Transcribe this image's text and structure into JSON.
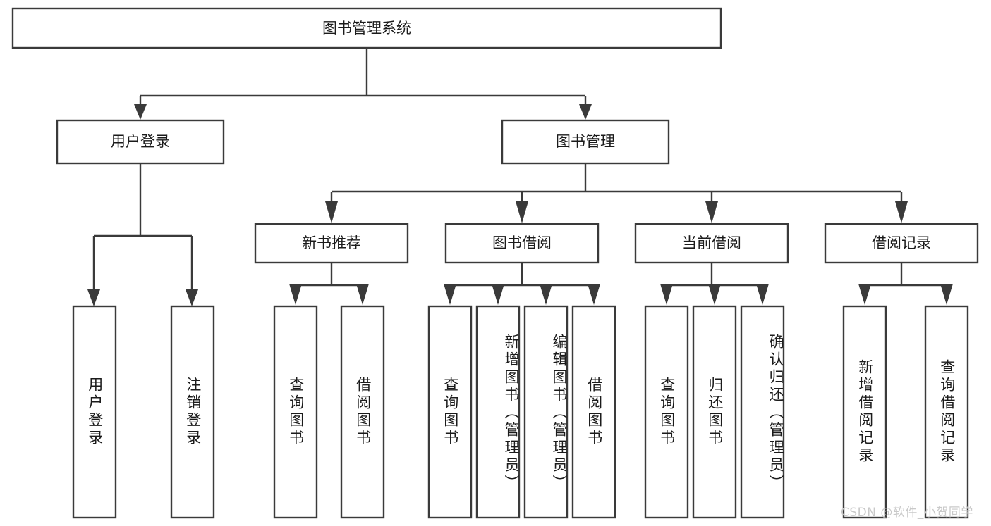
{
  "diagram": {
    "title": "图书管理系统",
    "type": "tree-hierarchy-diagram",
    "colors": {
      "box_stroke": "#3a3a3a",
      "box_fill": "#ffffff",
      "text": "#1b1b1b",
      "background": "#ffffff",
      "watermark": "#c9c9c9"
    },
    "root": {
      "label": "图书管理系统"
    },
    "level2": [
      {
        "label": "用户登录"
      },
      {
        "label": "图书管理"
      }
    ],
    "level3": [
      {
        "label": "新书推荐"
      },
      {
        "label": "图书借阅"
      },
      {
        "label": "当前借阅"
      },
      {
        "label": "借阅记录"
      }
    ],
    "leaves": {
      "user_login": [
        {
          "label": "用户登录"
        },
        {
          "label": "注销登录"
        }
      ],
      "new_book_recommend": [
        {
          "label": "查询图书"
        },
        {
          "label": "借阅图书"
        }
      ],
      "book_borrow": [
        {
          "label": "查询图书"
        },
        {
          "label": "新增图书（管理员）"
        },
        {
          "label": "编辑图书（管理员）"
        },
        {
          "label": "借阅图书"
        }
      ],
      "current_borrow": [
        {
          "label": "查询图书"
        },
        {
          "label": "归还图书"
        },
        {
          "label": "确认归还（管理员）"
        }
      ],
      "borrow_record": [
        {
          "label": "新增借阅记录"
        },
        {
          "label": "查询借阅记录"
        }
      ]
    },
    "watermark": "CSDN @软件_小贺同学"
  }
}
